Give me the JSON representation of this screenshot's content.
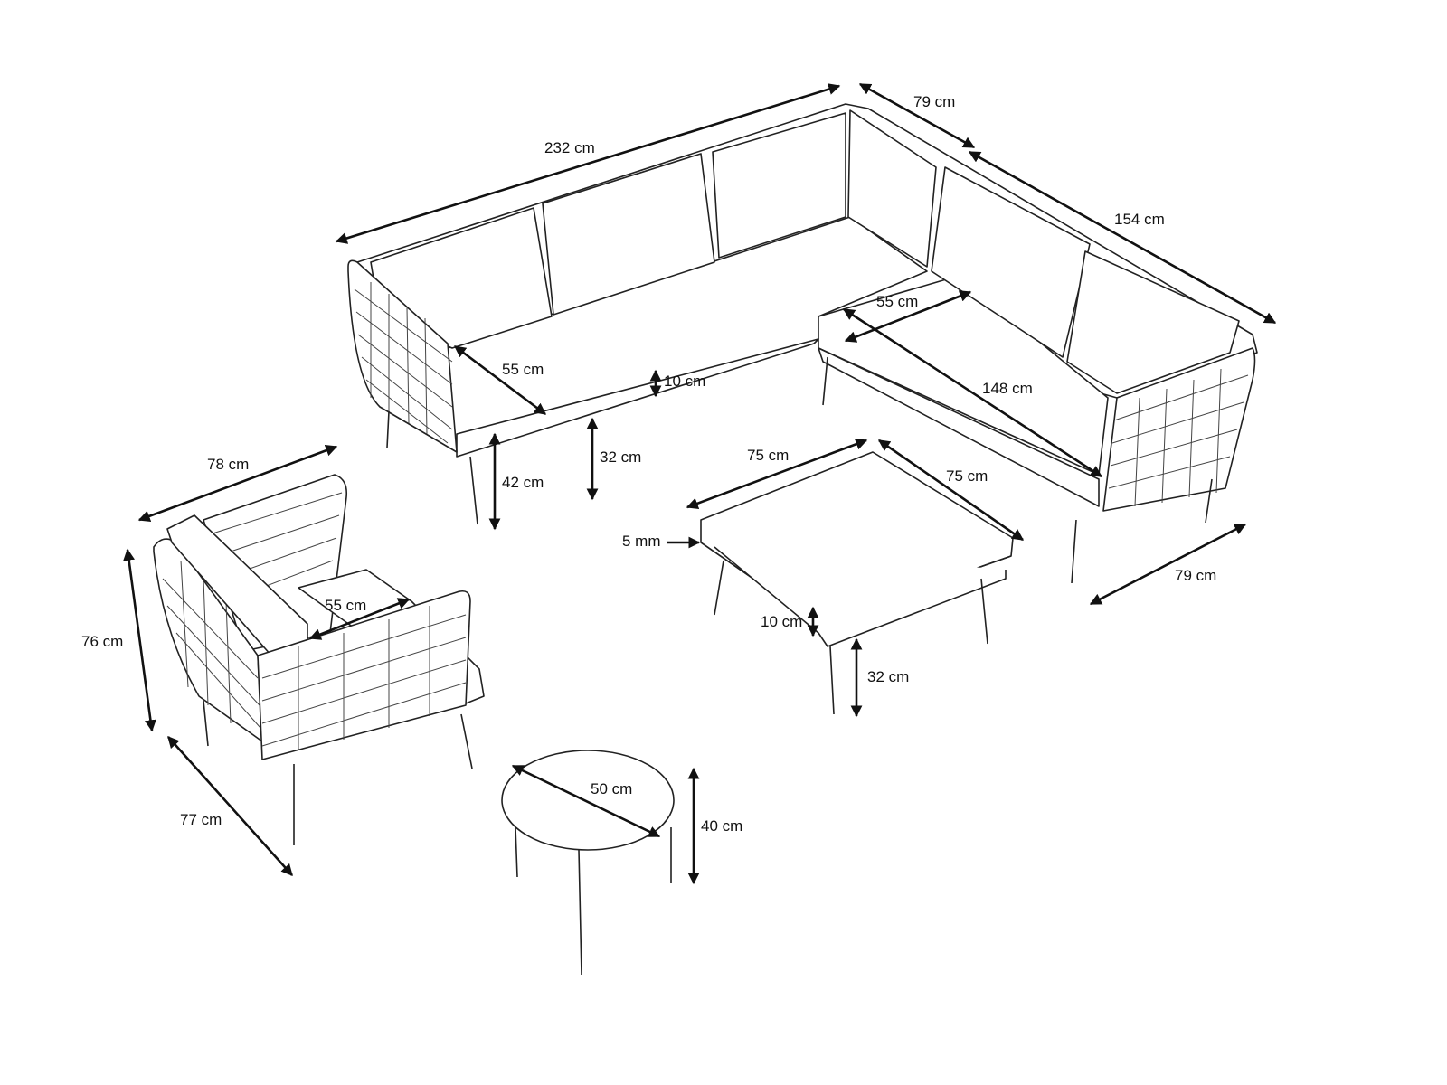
{
  "title": "Outdoor furniture set dimensions",
  "dimensions": {
    "sofa_length": "232 cm",
    "sofa_corner_depth": "79 cm",
    "sofa_side_length": "154 cm",
    "sofa_seat_depth": "55 cm",
    "sofa_cushion_thickness": "10 cm",
    "chaise_seat_depth": "55 cm",
    "chaise_length": "148 cm",
    "sofa_leg_height": "32 cm",
    "sofa_seat_height": "42 cm",
    "chaise_width": "79 cm",
    "chair_width": "78 cm",
    "chair_height": "76 cm",
    "chair_seat_depth": "55 cm",
    "chair_depth": "77 cm",
    "ottoman_width": "75 cm",
    "ottoman_depth": "75 cm",
    "ottoman_glass": "5 mm",
    "ottoman_cushion": "10 cm",
    "ottoman_leg_height": "32 cm",
    "side_table_diameter": "50 cm",
    "side_table_height": "40 cm"
  }
}
